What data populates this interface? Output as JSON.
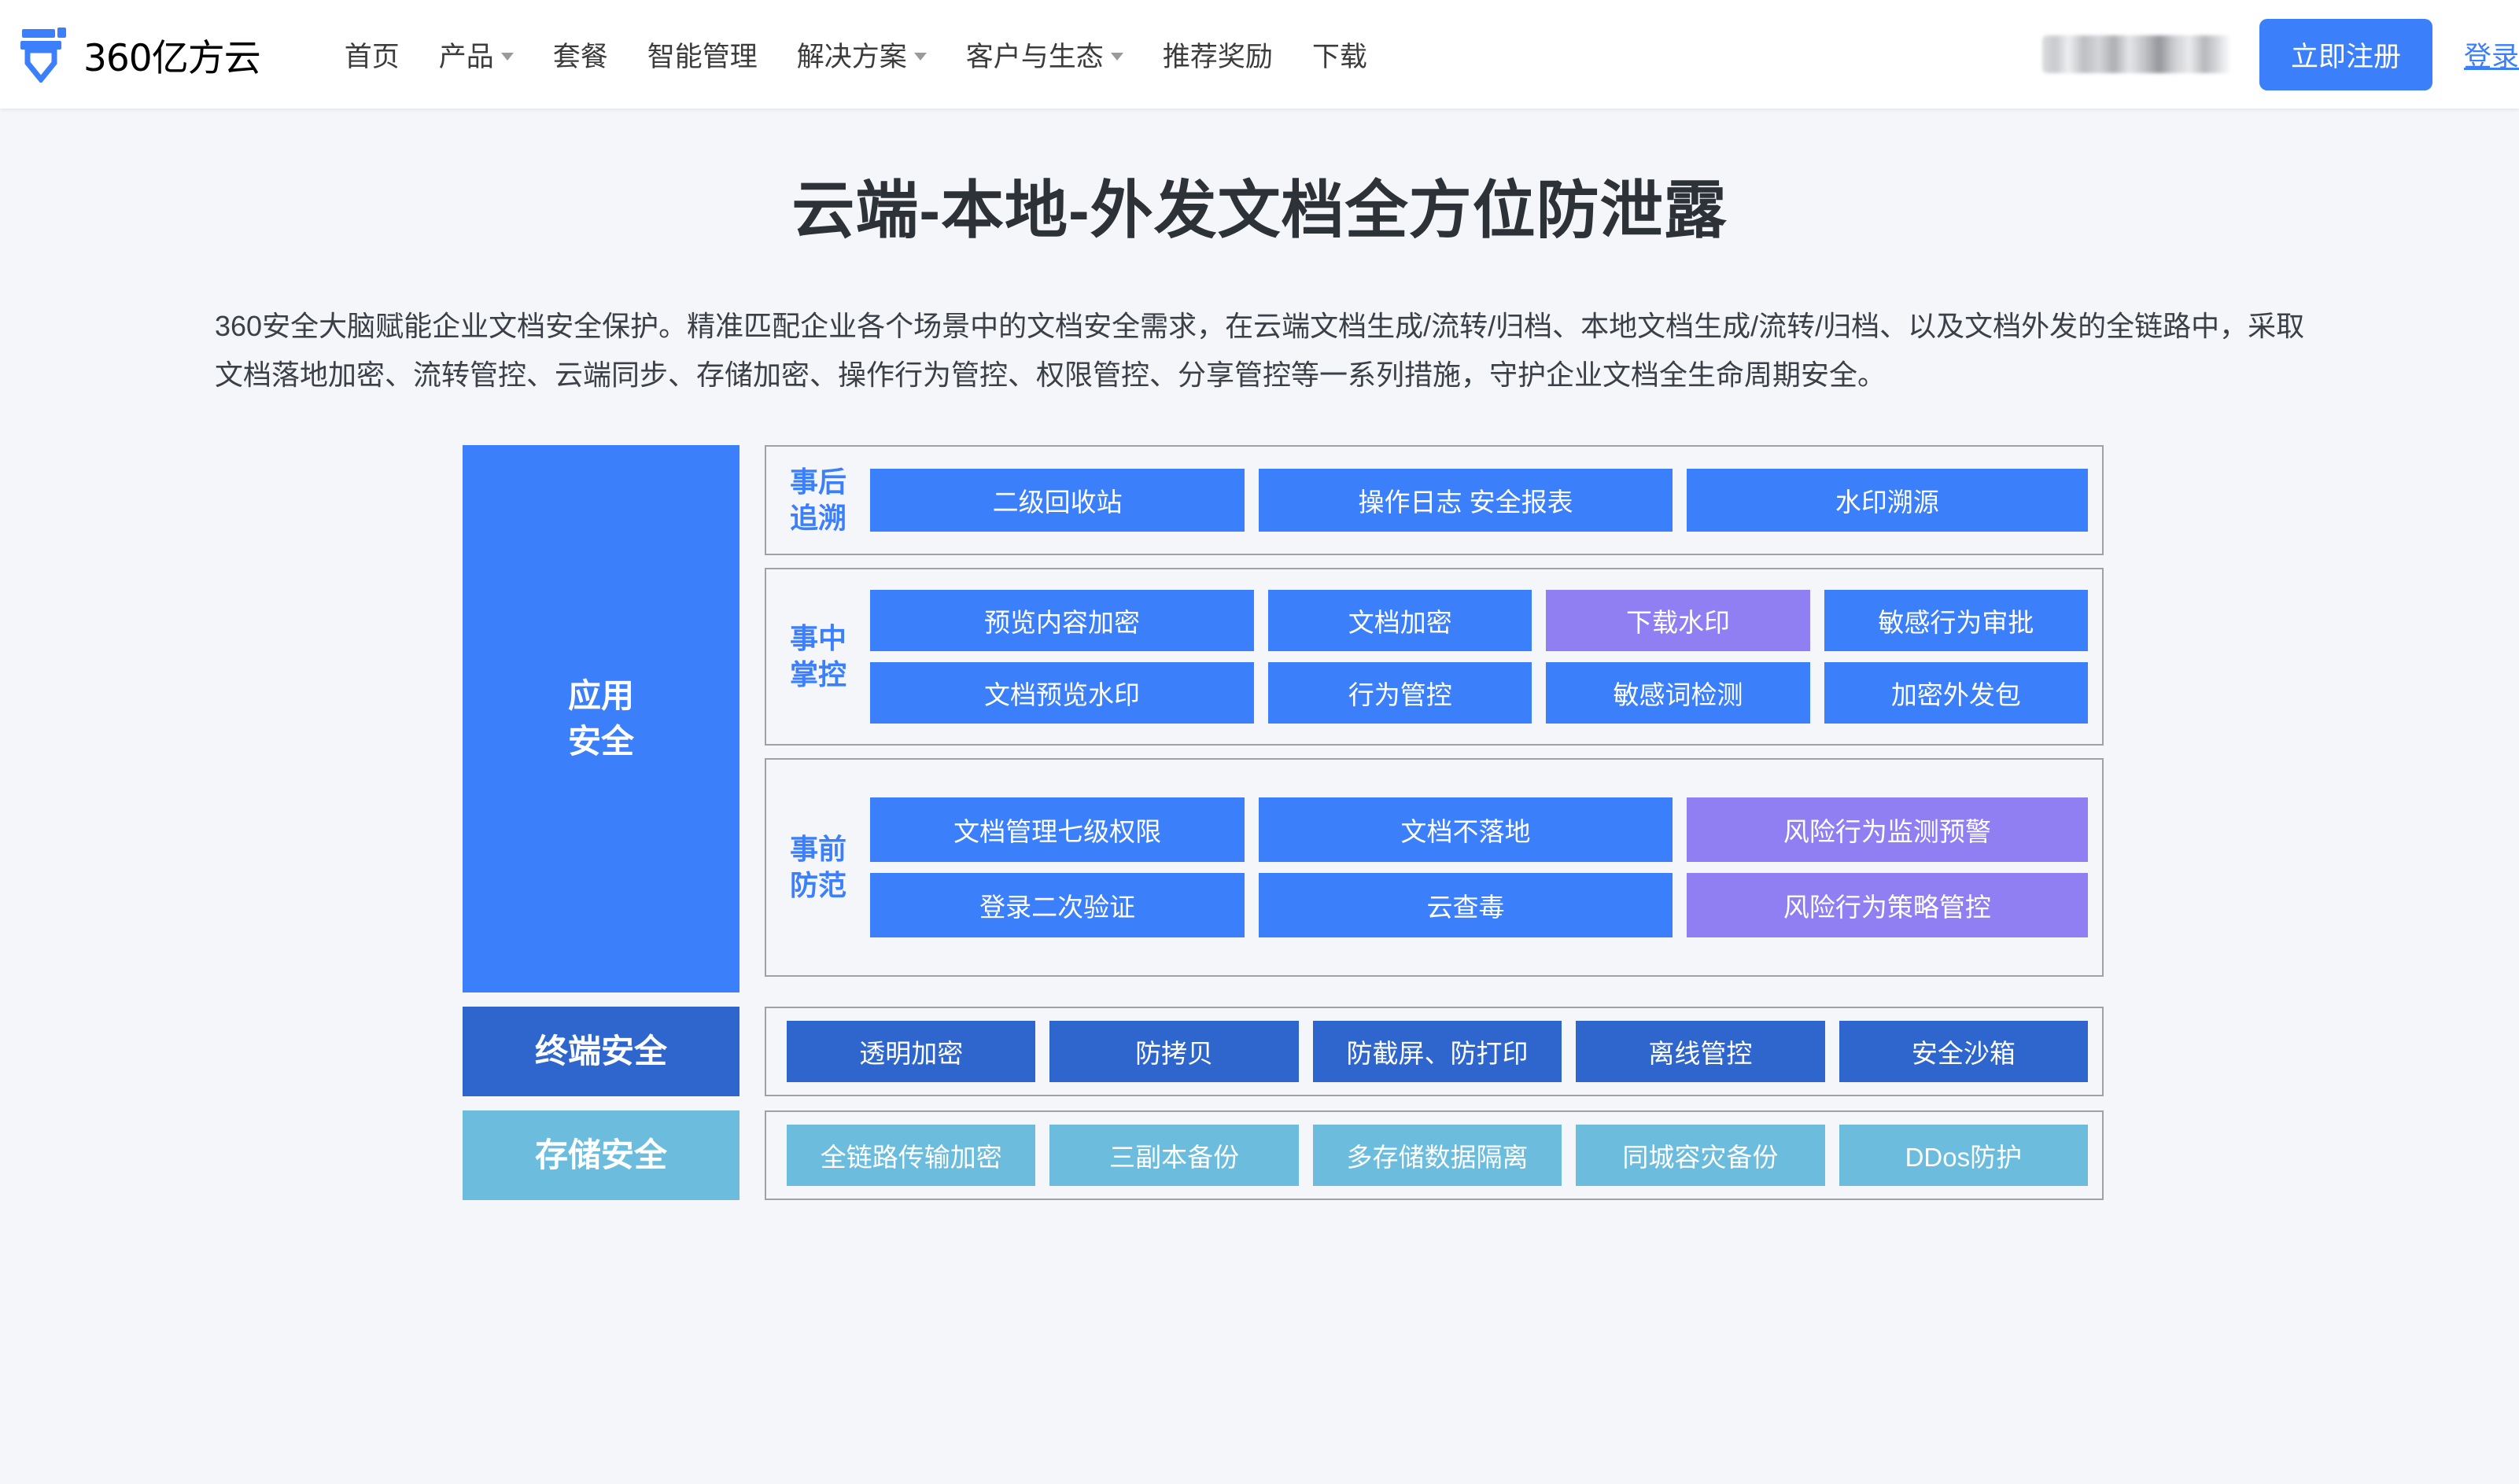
{
  "nav": {
    "brand_name": "360亿方云",
    "logo_icon": "shield-pen-logo-icon",
    "links": [
      {
        "label": "首页",
        "dropdown": false
      },
      {
        "label": "产品",
        "dropdown": true
      },
      {
        "label": "套餐",
        "dropdown": false
      },
      {
        "label": "智能管理",
        "dropdown": false
      },
      {
        "label": "解决方案",
        "dropdown": true
      },
      {
        "label": "客户与生态",
        "dropdown": true
      },
      {
        "label": "推荐奖励",
        "dropdown": false
      },
      {
        "label": "下载",
        "dropdown": false
      }
    ],
    "register_label": "立即注册",
    "login_label": "登录",
    "accent_color": "#3c7ffa"
  },
  "hero": {
    "title": "云端-本地-外发文档全方位防泄露",
    "description": "360安全大脑赋能企业文档安全保护。精准匹配企业各个场景中的文档安全需求，在云端文档生成/流转/归档、本地文档生成/流转/归档、以及文档外发的全链路中，采取文档落地加密、流转管控、云端同步、存储加密、操作行为管控、权限管控、分享管控等一系列措施，守护企业文档全生命周期安全。"
  },
  "diagram": {
    "colors": {
      "blue": "#3c7ffa",
      "purple": "#8f7ff2",
      "dark_blue": "#2f66ce",
      "light_blue": "#6cbcde",
      "group_border": "#9ea2a8"
    },
    "layers": [
      {
        "side_label": "应用\n安全",
        "side_label_lines": [
          "应用",
          "安全"
        ],
        "side_style": "blue",
        "groups": [
          {
            "title_lines": [
              "事后",
              "追溯"
            ],
            "rows": [
              [
                {
                  "label": "二级回收站",
                  "color": "blue",
                  "flex": 2.42
                },
                {
                  "label": "操作日志  安全报表",
                  "color": "blue",
                  "flex": 2.68
                },
                {
                  "label": "水印溯源",
                  "color": "blue",
                  "flex": 2.6
                }
              ]
            ]
          },
          {
            "title_lines": [
              "事中",
              "掌控"
            ],
            "rows": [
              [
                {
                  "label": "预览内容加密",
                  "color": "blue",
                  "flex": 2.42
                },
                {
                  "label": "文档加密",
                  "color": "blue",
                  "flex": 1.63
                },
                {
                  "label": "下载水印",
                  "color": "purple",
                  "flex": 1.63
                },
                {
                  "label": "敏感行为审批",
                  "color": "blue",
                  "flex": 1.63
                }
              ],
              [
                {
                  "label": "文档预览水印",
                  "color": "blue",
                  "flex": 2.42
                },
                {
                  "label": "行为管控",
                  "color": "blue",
                  "flex": 1.63
                },
                {
                  "label": "敏感词检测",
                  "color": "blue",
                  "flex": 1.63
                },
                {
                  "label": "加密外发包",
                  "color": "blue",
                  "flex": 1.63
                }
              ]
            ]
          },
          {
            "title_lines": [
              "事前",
              "防范"
            ],
            "rows": [
              [
                {
                  "label": "文档管理七级权限",
                  "color": "blue",
                  "flex": 2.42
                },
                {
                  "label": "文档不落地",
                  "color": "blue",
                  "flex": 2.68
                },
                {
                  "label": "风险行为监测预警",
                  "color": "purple",
                  "flex": 2.6
                }
              ],
              [
                {
                  "label": "登录二次验证",
                  "color": "blue",
                  "flex": 2.42
                },
                {
                  "label": "云查毒",
                  "color": "blue",
                  "flex": 2.68
                },
                {
                  "label": "风险行为策略管控",
                  "color": "purple",
                  "flex": 2.6
                }
              ]
            ]
          }
        ]
      },
      {
        "side_label_lines": [
          "终端安全"
        ],
        "side_style": "dark_blue",
        "groups": [
          {
            "title_lines": [],
            "rows": [
              [
                {
                  "label": "透明加密",
                  "color": "dblue",
                  "flex": 1
                },
                {
                  "label": "防拷贝",
                  "color": "dblue",
                  "flex": 1
                },
                {
                  "label": "防截屏、防打印",
                  "color": "dblue",
                  "flex": 1
                },
                {
                  "label": "离线管控",
                  "color": "dblue",
                  "flex": 1
                },
                {
                  "label": "安全沙箱",
                  "color": "dblue",
                  "flex": 1
                }
              ]
            ]
          }
        ]
      },
      {
        "side_label_lines": [
          "存储安全"
        ],
        "side_style": "light_blue",
        "groups": [
          {
            "title_lines": [],
            "rows": [
              [
                {
                  "label": "全链路传输加密",
                  "color": "lblue",
                  "flex": 1
                },
                {
                  "label": "三副本备份",
                  "color": "lblue",
                  "flex": 1
                },
                {
                  "label": "多存储数据隔离",
                  "color": "lblue",
                  "flex": 1
                },
                {
                  "label": "同城容灾备份",
                  "color": "lblue",
                  "flex": 1
                },
                {
                  "label": "DDos防护",
                  "color": "lblue",
                  "flex": 1
                }
              ]
            ]
          }
        ]
      }
    ]
  }
}
